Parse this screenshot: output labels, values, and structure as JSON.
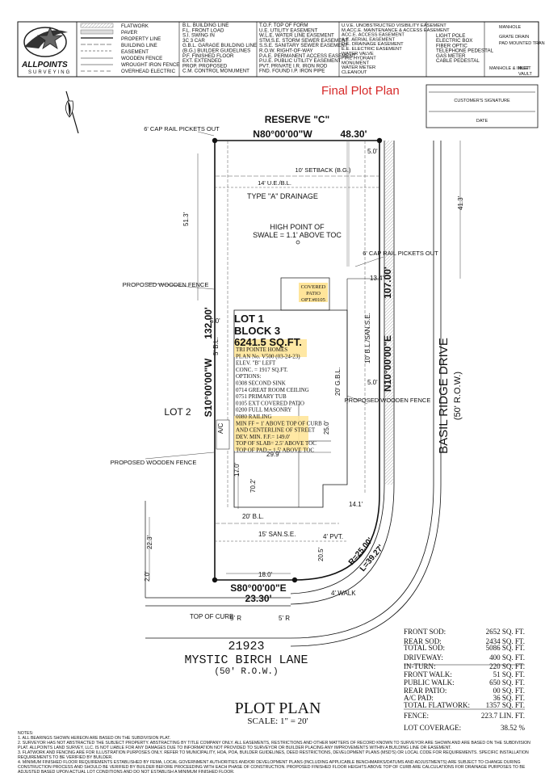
{
  "header": {
    "logo_text": "ALLPOINTS",
    "logo_sub": "SURVEYING",
    "stamp_label": "Final Plot Plan",
    "sig_label": "CUSTOMER'S SIGNATURE",
    "date_label": "DATE"
  },
  "legend": {
    "col1": [
      "FLATWORK",
      "PAVER",
      "PROPERTY LINE",
      "BUILDING LINE",
      "EASEMENT",
      "WOODEN FENCE",
      "WROUGHT IRON FENCE",
      "OVERHEAD ELECTRIC"
    ],
    "col2": [
      "B.L.  BUILDING LINE",
      "F.L.  FRONT LOAD",
      "S.I.  SWING IN",
      "3C  3 CAR",
      "G.B.L.  GARAGE BUILDING LINE",
      "(B.G.)  BUILDER GUIDELINES",
      "P.F.  FINISHED FLOOR",
      "EXT.  EXTENDED",
      "PROP.  PROPOSED",
      "C.M.  CONTROL MONUMENT"
    ],
    "col3": [
      "T.O.F.  TOP OF FORM",
      "U.E.  UTILITY EASEMENT",
      "W.L.E.  WATER LINE EASEMENT",
      "STM.S.E.  STORM SEWER EASEMENT",
      "S.S.E.  SANITARY SEWER EASEMENT",
      "R.O.W.  RIGHT-OF-WAY",
      "P.A.E.  PERMANENT ACCESS EASEMENT",
      "P.U.E.  PUBLIC UTILITY EASEMENT",
      "PVT.  PRIVATE   I.R.  IRON ROD",
      "FND.  FOUND   I.P.  IRON PIPE"
    ],
    "col4": [
      "U.V.E.  UNOBSTRUCTED VISIBILITY EASEMENT",
      "M.ACC.E.  MAINTENANCE & ACCESS EASEMENT",
      "ACC.E.  ACCESS EASEMENT",
      "A.E.  AERIAL EASEMENT",
      "D.E.  DRAINAGE EASEMENT",
      "E.E.  ELECTRIC EASEMENT",
      "WATER VALVE",
      "FIRE HYDRANT",
      "MONUMENT",
      "WATER METER",
      "CLEANOUT"
    ],
    "col5": [
      "LIGHT POLE",
      "ELECTRIC BOX",
      "FIBER OPTIC",
      "TELEPHONE PEDESTAL",
      "GAS METER",
      "CABLE PEDESTAL"
    ],
    "col6": [
      "MANHOLE",
      "GRATE DRAIN",
      "PAD MOUNTED TRANSFORMER",
      "MANHOLE & INLET",
      "INLET",
      "VAULT"
    ]
  },
  "plan": {
    "reserve": "RESERVE \"C\"",
    "top_bearing": "N80°00'00\"W",
    "top_dist": "48.30'",
    "left_bearing": "S10°00'00\"W",
    "left_dist": "132.00'",
    "right_bearing": "N10°00'00\"E",
    "right_dist": "107.00'",
    "bottom_bearing": "S80°00'00\"E",
    "bottom_dist": "23.30'",
    "curve_r": "R=25.00'",
    "curve_l": "L=39.27'",
    "street_name": "BASIL RIDGE DRIVE",
    "street_row": "(50' R.O.W.)",
    "address_no": "21923",
    "address_street": "MYSTIC BIRCH LANE",
    "address_row": "(50' R.O.W.)",
    "lot": "LOT 1",
    "block": "BLOCK 3",
    "area": "6241.5 SQ.FT.",
    "lot2": "LOT 2",
    "notes_left": [
      "6' CAP RAIL PICKETS OUT",
      "PROPOSED WOODEN FENCE",
      "PROPOSED WOODEN FENCE"
    ],
    "cap_rail_right": "6' CAP RAIL PICKETS OUT",
    "fence_right": "PROPOSED WOODEN FENCE",
    "setback": "10' SETBACK (B.G.)",
    "ue": "14' U.E./B.L.",
    "drainage": "TYPE \"A\" DRAINAGE",
    "high_point": "HIGH POINT OF SWALE = 1.1' ABOVE TOC",
    "patio": [
      "COVERED",
      "PATIO",
      "OPT.#0105"
    ],
    "house_info": [
      "TRI POINTE HOMES",
      "PLAN No. V500 (03-24-23)",
      "ELEV. \"B\" LEFT",
      "CONC. = 1917 SQ.FT.",
      "OPTIONS:",
      "0308 SECOND SINK",
      "0714 GREAT ROOM CEILING",
      "0751 PRIMARY TUB",
      "0105 EXT COVERED PATIO",
      "0200 FULL MASONRY",
      "0080 RAILING",
      "MIN FF = 1' ABOVE TOP OF CURB",
      "AND CENTERLINE OF STREET",
      "DEV. MIN. F.F.= 149.0'",
      "TOP OF SLAB= 2.5' ABOVE TOC",
      "TOP OF PAD = 1.5' ABOVE TOC"
    ],
    "dims": [
      "5.0'",
      "41.3'",
      "51.3'",
      "13.4'",
      "5.0'",
      "5.0'",
      "25.0'",
      "29.9'",
      "17.0'",
      "70.2'",
      "14.1'",
      "22.3'",
      "20.5'",
      "18.0'",
      "2.0'",
      "20' B.L.",
      "15' SAN.S.E.",
      "4' PVT.",
      "4' WALK",
      "5' R",
      "5' R",
      "TOP OF CURB",
      "A/C",
      "5' B.L.",
      "20' G.B.L.",
      "10' B.L./SAN.S.E."
    ],
    "title": "PLOT PLAN",
    "scale": "SCALE: 1\" = 20'"
  },
  "table": [
    [
      "FRONT SOD:",
      "2652 SQ. FT."
    ],
    [
      "REAR SOD:",
      "2434 SQ. FT."
    ],
    [
      "TOTAL SOD:",
      "5086 SQ. FT."
    ],
    [
      "DRIVEWAY:",
      "400 SQ. FT."
    ],
    [
      "IN-TURN:",
      "220 SQ. FT."
    ],
    [
      "FRONT WALK:",
      "51 SQ. FT."
    ],
    [
      "PUBLIC WALK:",
      "650 SQ. FT."
    ],
    [
      "REAR PATIO:",
      "00 SQ. FT."
    ],
    [
      "A/C PAD:",
      "36 SQ. FT."
    ],
    [
      "TOTAL FLATWORK:",
      "1357 SQ. FT."
    ],
    [
      "FENCE:",
      "223.7 LIN. FT."
    ],
    [
      "LOT COVERAGE:",
      "38.52 %"
    ]
  ],
  "notes": [
    "NOTES:",
    "1. ALL BEARINGS SHOWN HEREON ARE BASED ON THE SUBDIVISION PLAT.",
    "2. SURVEYOR HAS NOT ABSTRACTED THE SUBJECT PROPERTY. ABSTRACTING BY TITLE COMPANY ONLY. ALL EASEMENTS, RESTRICTIONS AND OTHER MATTERS OF RECORD KNOWN TO SURVEYOR ARE SHOWN AND ARE BASED ON THE SUBDIVISION",
    "PLAT. ALLPOINTS LAND SURVEY, LLC. IS NOT LIABLE FOR ANY DAMAGES DUE TO INFORMATION NOT PROVIDED TO SURVEYOR OR BUILDER PLACING ANY IMPROVEMENTS WITHIN A BUILDING LINE OR EASEMENT.",
    "3. FLATWORK AND FENCING ARE FOR ILLUSTRATION PURPOSES ONLY. REFER TO MUNICIPALITY, HOA, POA, BUILDER GUIDELINES, DEED RESTRICTIONS, DEVELOPMENT PLANS (MSD'S) OR LOCAL CODE FOR REQUIREMENTS. SPECIFIC INSTALLATION",
    "REQUIREMENTS TO BE VERIFIED BY BUILDER.",
    "4. MINIMUM FINISHED FLOOR REQUIREMENTS ESTABLISHED BY FEMA, LOCAL GOVERNMENT AUTHORITIES AND/OR DEVELOPMENT PLANS (INCLUDING APPLICABLE BENCHMARKS/DATUMS AND ADJUSTMENTS) ARE SUBJECT TO CHANGE DURING",
    "CONSTRUCTION PROCESS AND SHOULD BE VERIFIED BY BUILDER BEFORE PROCEEDING WITH EACH PHASE OF CONSTRUCTION. PROPOSED FINISHED FLOOR HEIGHTS ABOVE TOP OF CURB ARE CALCULATIONS FOR DRAINAGE PURPOSES TO BE",
    "ADJUSTED BASED UPON ACTUAL LOT CONDITIONS AND DO NOT ESTABLISH A MINIMUM FINISHED FLOOR."
  ]
}
